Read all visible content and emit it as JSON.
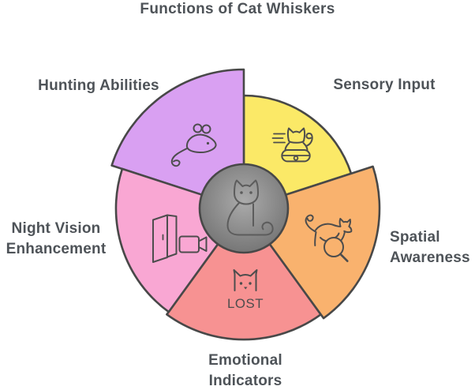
{
  "title": "Functions of Cat Whiskers",
  "colors": {
    "background": "#ffffff",
    "outline": "#484848",
    "icon_stroke": "#4d4d4d",
    "label_text": "#4e5358",
    "center_gradient_inner": "#ababab",
    "center_gradient_outer": "#737373"
  },
  "segments": [
    {
      "label": "Hunting Abilities",
      "color": "#d9a0f2",
      "icon": "mouse-icon"
    },
    {
      "label": "Sensory Input",
      "color": "#fbe967",
      "icon": "cat-on-vacuum-icon"
    },
    {
      "label": "Spatial Awareness",
      "color": "#f9b26e",
      "icon": "cat-with-magnifier-icon"
    },
    {
      "label": "Emotional Indicators",
      "color": "#f79292",
      "icon": "lost-cat-poster-icon"
    },
    {
      "label": "Night Vision Enhancement",
      "color": "#f9a7d3",
      "icon": "door-and-camera-icon"
    }
  ],
  "center": {
    "icon": "cat-icon"
  },
  "poster_text": "LOST"
}
